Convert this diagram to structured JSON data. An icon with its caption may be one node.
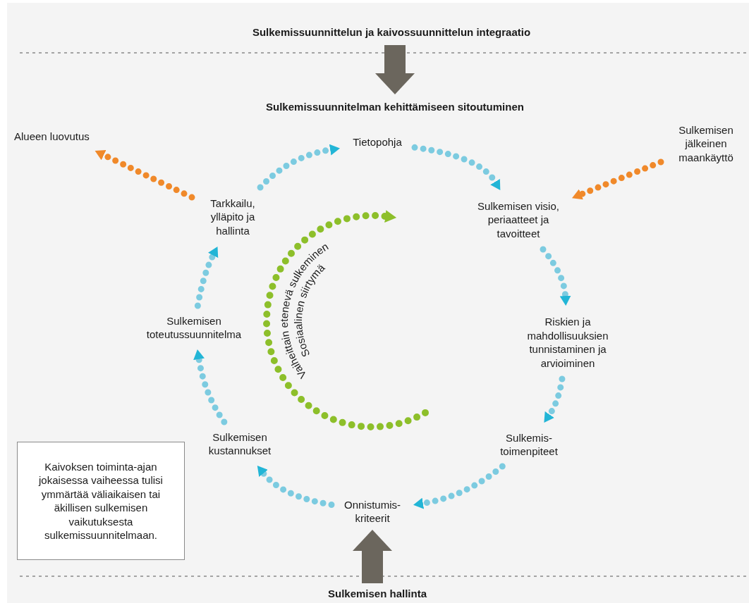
{
  "diagram": {
    "nodes": [
      {
        "text": [
          "Sulkemissuunnittelun ja kaivossuunnittelun integraatio"
        ]
      },
      {
        "text": [
          "Sulkemissuunnitelman kehittämiseen sitoutuminen"
        ]
      },
      {
        "text": [
          "Tietopohja"
        ]
      },
      {
        "text": [
          "Sulkemisen visio, periaatteet ja tavoitteet"
        ]
      },
      {
        "text": [
          "Riskien ja mahdollisuuksien tunnistaminen ja arvioiminen"
        ]
      },
      {
        "text": [
          "Sulkemis- toimenpiteet"
        ]
      },
      {
        "text": [
          "Onnistumis- kriteerit"
        ]
      },
      {
        "text": [
          "Sulkemisen kustannukset"
        ]
      },
      {
        "text": [
          "Sulkemisen toteutussuunnitelma"
        ]
      },
      {
        "text": [
          "Tarkkailu, ylläpito ja hallinta"
        ]
      },
      {
        "text": [
          "Alueen luovutus"
        ]
      },
      {
        "text": [
          "Sulkemisen jälkeinen maankäyttö"
        ]
      },
      {
        "text": [
          "Kaivoksen toiminta-ajan jokaisessa vaiheessa tulisi ymmärtää väliaikaisen tai äkillisen sulkemisen vaikutuksesta sulkemissuunnitelmaan."
        ]
      },
      {
        "text": [
          "Sulkemisen hallinta"
        ]
      }
    ],
    "edges": [
      {
        "from": 0,
        "to": 1,
        "arrow": "to",
        "style": "thick",
        "color": "#6b665d"
      },
      {
        "from": 2,
        "to": 3,
        "arrow": "to",
        "style": "dashed"
      },
      {
        "from": 3,
        "to": 4,
        "arrow": "to",
        "style": "dashed"
      },
      {
        "from": 4,
        "to": 5,
        "arrow": "to",
        "style": "dashed"
      },
      {
        "from": 5,
        "to": 6,
        "arrow": "to",
        "style": "dashed"
      },
      {
        "from": 6,
        "to": 7,
        "arrow": "to",
        "style": "dashed"
      },
      {
        "from": 7,
        "to": 8,
        "arrow": "to",
        "style": "dashed"
      },
      {
        "from": 8,
        "to": 9,
        "arrow": "to",
        "style": "dashed"
      },
      {
        "from": 9,
        "to": 2,
        "arrow": "to",
        "style": "dashed"
      },
      {
        "from": 9,
        "to": 10,
        "arrow": "to",
        "style": "dashed",
        "color": "#f0892a"
      },
      {
        "from": 11,
        "to": 3,
        "arrow": "to",
        "style": "dashed",
        "color": "#f0892a"
      },
      {
        "from": 13,
        "to": 6,
        "arrow": "to",
        "style": "thick",
        "color": "#6b665d"
      }
    ],
    "labels": [
      "Vaiheittain etenevä sulkeminen",
      "Sosiaalinen siirtymä"
    ]
  }
}
